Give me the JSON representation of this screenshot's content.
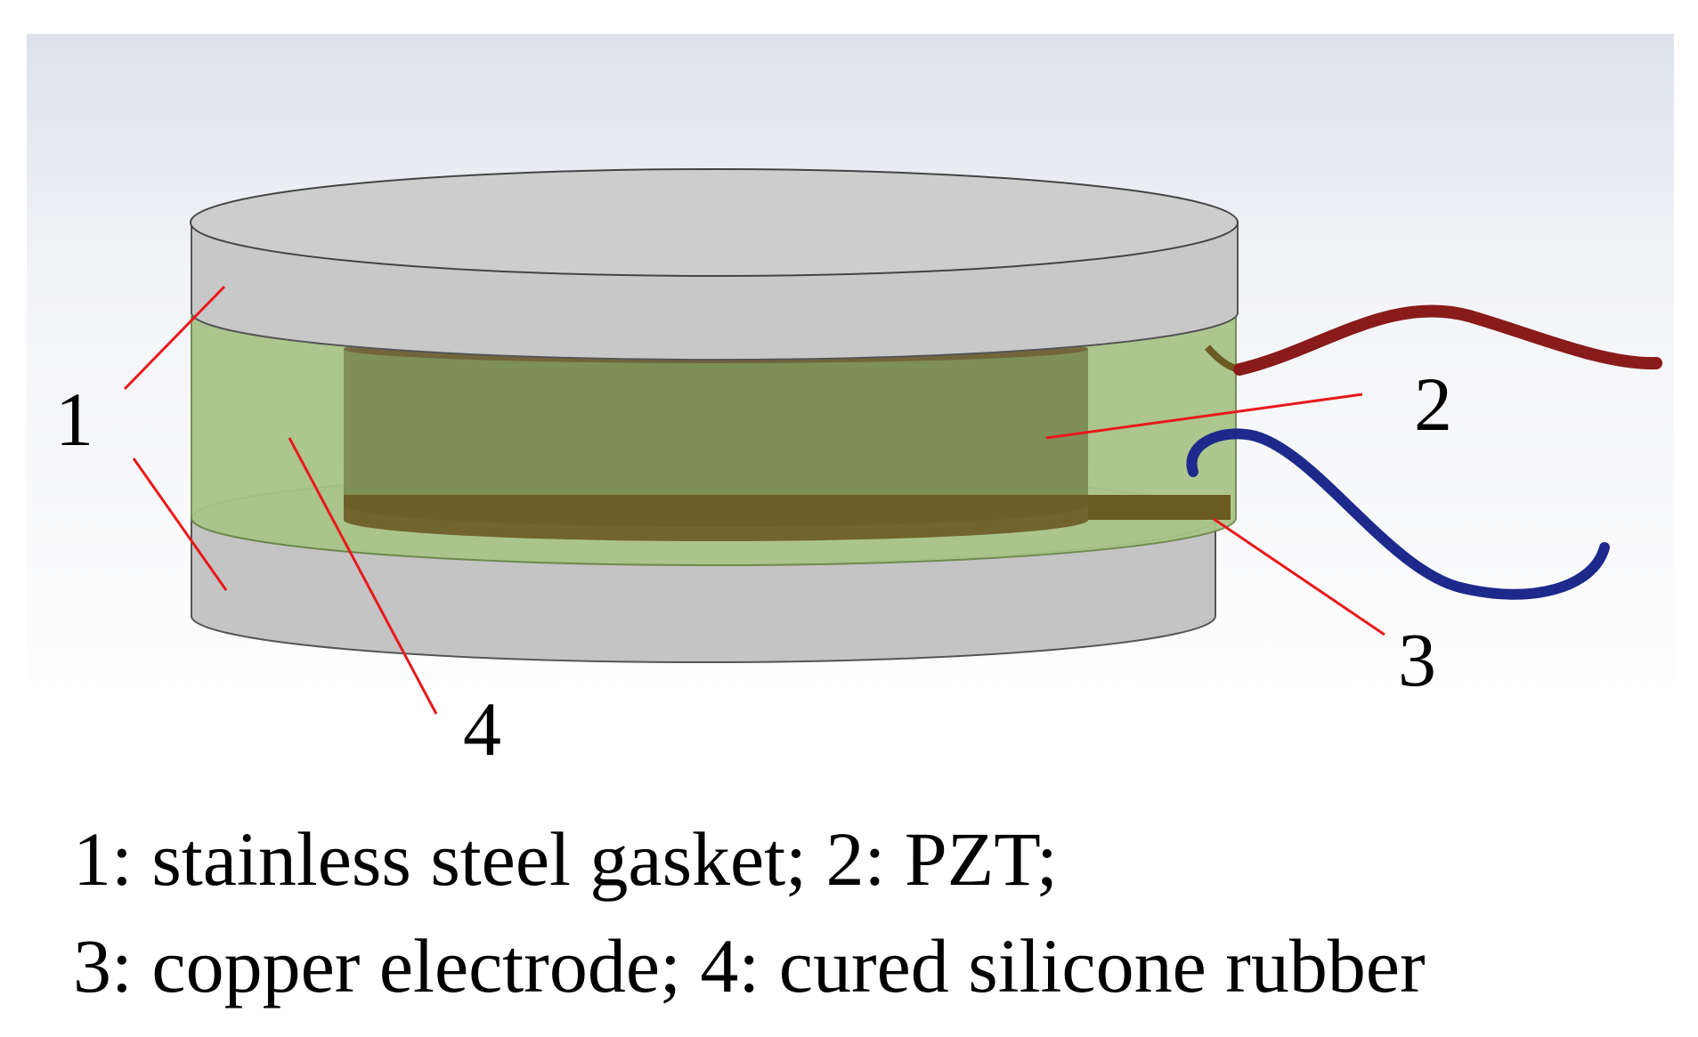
{
  "labels": {
    "l1": "1",
    "l2": "2",
    "l3": "3",
    "l4": "4"
  },
  "caption": {
    "line1": "1: stainless steel gasket; 2: PZT;",
    "line2": "3: copper electrode; 4: cured silicone rubber"
  },
  "colors": {
    "steel": "#c8c8c8",
    "rubber": "#a9c489",
    "pzt": "#7e8f58",
    "electrode": "#6b5a22",
    "leader": "#e8191c",
    "wire_red": "#8a1b1b",
    "wire_blue": "#1d2a8c"
  }
}
